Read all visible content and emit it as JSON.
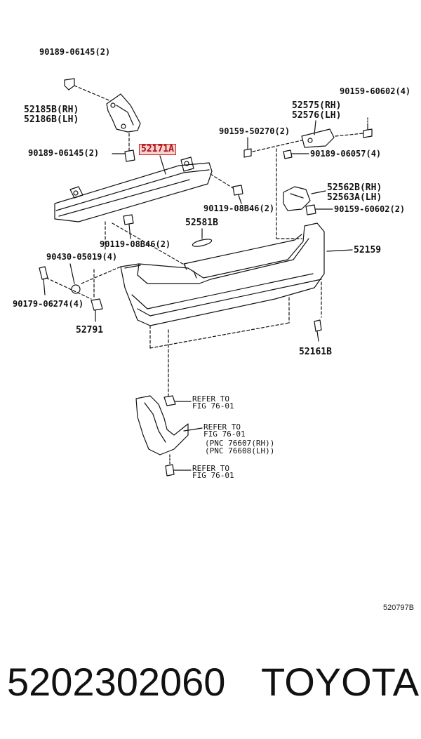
{
  "labels": {
    "p90189_06145_top": "90189-06145(2)",
    "p52185B": "52185B(RH)",
    "p52186B": "52186B(LH)",
    "p90189_06145_mid": "90189-06145(2)",
    "p52171A": "52171A",
    "p90159_60602_top": "90159-60602(4)",
    "p52575": "52575(RH)",
    "p52576": "52576(LH)",
    "p90159_50270": "90159-50270(2)",
    "p90189_06057": "90189-06057(4)",
    "p52562B": "52562B(RH)",
    "p52563A": "52563A(LH)",
    "p90119_08B46_right": "90119-08B46(2)",
    "p90159_60602_right": "90159-60602(2)",
    "p52581B": "52581B",
    "p52159": "52159",
    "p90119_08B46_left": "90119-08B46(2)",
    "p90430_05019": "90430-05019(4)",
    "p90179_06274": "90179-06274(4)",
    "p52791": "52791",
    "p52161B": "52161B",
    "refer1_a": "REFER TO",
    "refer1_b": "FIG 76-01",
    "refer2_a": "REFER TO",
    "refer2_b": "FIG 76-01",
    "refer2_c": "(PNC 76607(RH))",
    "refer2_d": "(PNC 76608(LH))",
    "refer3_a": "REFER TO",
    "refer3_b": "FIG 76-01"
  },
  "diagram_code": "520797B",
  "footer": {
    "part_number": "5202302060",
    "brand": "TOYOTA"
  },
  "colors": {
    "highlight_border": "#d21f1f",
    "highlight_fill": "#f3d3d3",
    "line": "#111111"
  }
}
